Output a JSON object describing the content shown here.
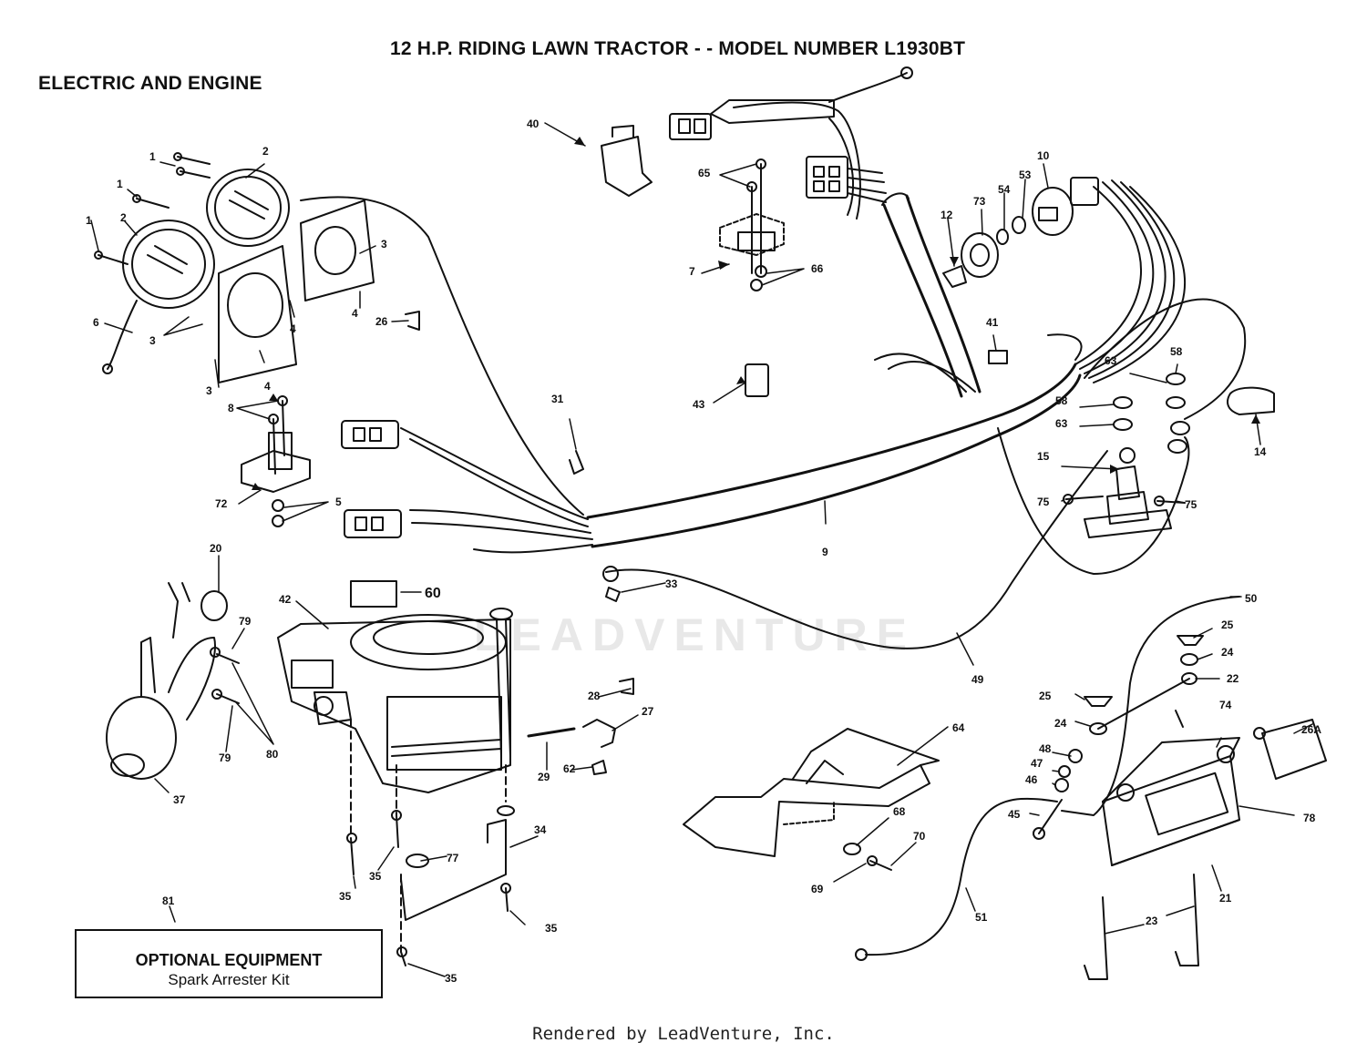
{
  "header": {
    "title": "12 H.P. RIDING LAWN TRACTOR - - MODEL NUMBER L1930BT",
    "section": "ELECTRIC AND ENGINE"
  },
  "optional": {
    "heading": "OPTIONAL EQUIPMENT",
    "item": "Spark Arrester Kit"
  },
  "footer": {
    "text": "Rendered by LeadVenture, Inc."
  },
  "watermark": {
    "text": "LEADVENTURE"
  },
  "callouts": {
    "c1a": "1",
    "c1b": "1",
    "c1c": "1",
    "c2a": "2",
    "c2b": "2",
    "c3a": "3",
    "c3b": "3",
    "c3c": "3",
    "c4a": "4",
    "c4b": "4",
    "c4c": "4",
    "c5": "5",
    "c6": "6",
    "c7": "7",
    "c8": "8",
    "c9": "9",
    "c10": "10",
    "c12": "12",
    "c14": "14",
    "c15": "15",
    "c20": "20",
    "c21": "21",
    "c22": "22",
    "c23": "23",
    "c24a": "24",
    "c24b": "24",
    "c25a": "25",
    "c25b": "25",
    "c26": "26",
    "c26A": "26A",
    "c27": "27",
    "c28": "28",
    "c29": "29",
    "c31": "31",
    "c33": "33",
    "c34": "34",
    "c35a": "35",
    "c35b": "35",
    "c35c": "35",
    "c35d": "35",
    "c37": "37",
    "c40": "40",
    "c41": "41",
    "c42": "42",
    "c43": "43",
    "c45": "45",
    "c46": "46",
    "c47": "47",
    "c48": "48",
    "c49": "49",
    "c50": "50",
    "c51": "51",
    "c53": "53",
    "c54": "54",
    "c58a": "58",
    "c58b": "58",
    "c60": "60",
    "c62": "62",
    "c63a": "63",
    "c63b": "63",
    "c64": "64",
    "c65": "65",
    "c66": "66",
    "c68": "68",
    "c69": "69",
    "c70": "70",
    "c72": "72",
    "c73": "73",
    "c74": "74",
    "c75a": "75",
    "c75b": "75",
    "c77": "77",
    "c78": "78",
    "c79a": "79",
    "c79b": "79",
    "c80": "80",
    "c81": "81"
  }
}
